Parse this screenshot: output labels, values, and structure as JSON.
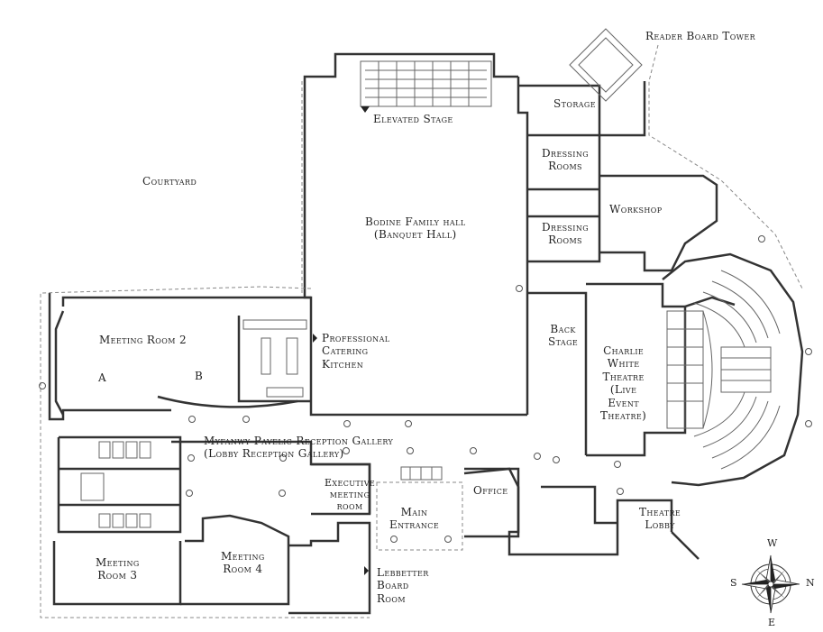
{
  "map_title": "",
  "colors": {
    "wall": "#333333",
    "thin": "#666666",
    "dash": "#888888",
    "background": "#ffffff"
  },
  "labels": {
    "reader_board_tower": "Reader Board Tower",
    "elevated_stage": "Elevated Stage",
    "storage": "Storage",
    "dressing_rooms_1": "Dressing\nRooms",
    "dressing_rooms_2": "Dressing\nRooms",
    "workshop": "Workshop",
    "courtyard": "Courtyard",
    "bodine_hall": "Bodine Family hall\n(Banquet Hall)",
    "meeting_room_2": "Meeting Room 2",
    "section_a": "A",
    "section_b": "B",
    "professional_catering_kitchen": "Professional\nCatering\nKitchen",
    "back_stage": "Back\nStage",
    "charlie_white_theatre": "Charlie\nWhite\nTheatre\n(Live\nEvent\nTheatre)",
    "reception_gallery": "Myfanwy Pavelic Reception Gallery\n(Lobby Reception Gallery)",
    "executive_meeting_room": "Executive\nmeeting\nroom",
    "office": "Office",
    "main_entrance": "Main\nEntrance",
    "theatre_lobby": "Theatre\nLobby",
    "meeting_room_3": "Meeting\nRoom 3",
    "meeting_room_4": "Meeting\nRoom 4",
    "lebbetter_board_room": "Lebbetter\nBoard\nRoom"
  },
  "compass": {
    "w": "W",
    "s": "S",
    "n": "N",
    "e": "E",
    "icon": "compass-rose-icon"
  }
}
